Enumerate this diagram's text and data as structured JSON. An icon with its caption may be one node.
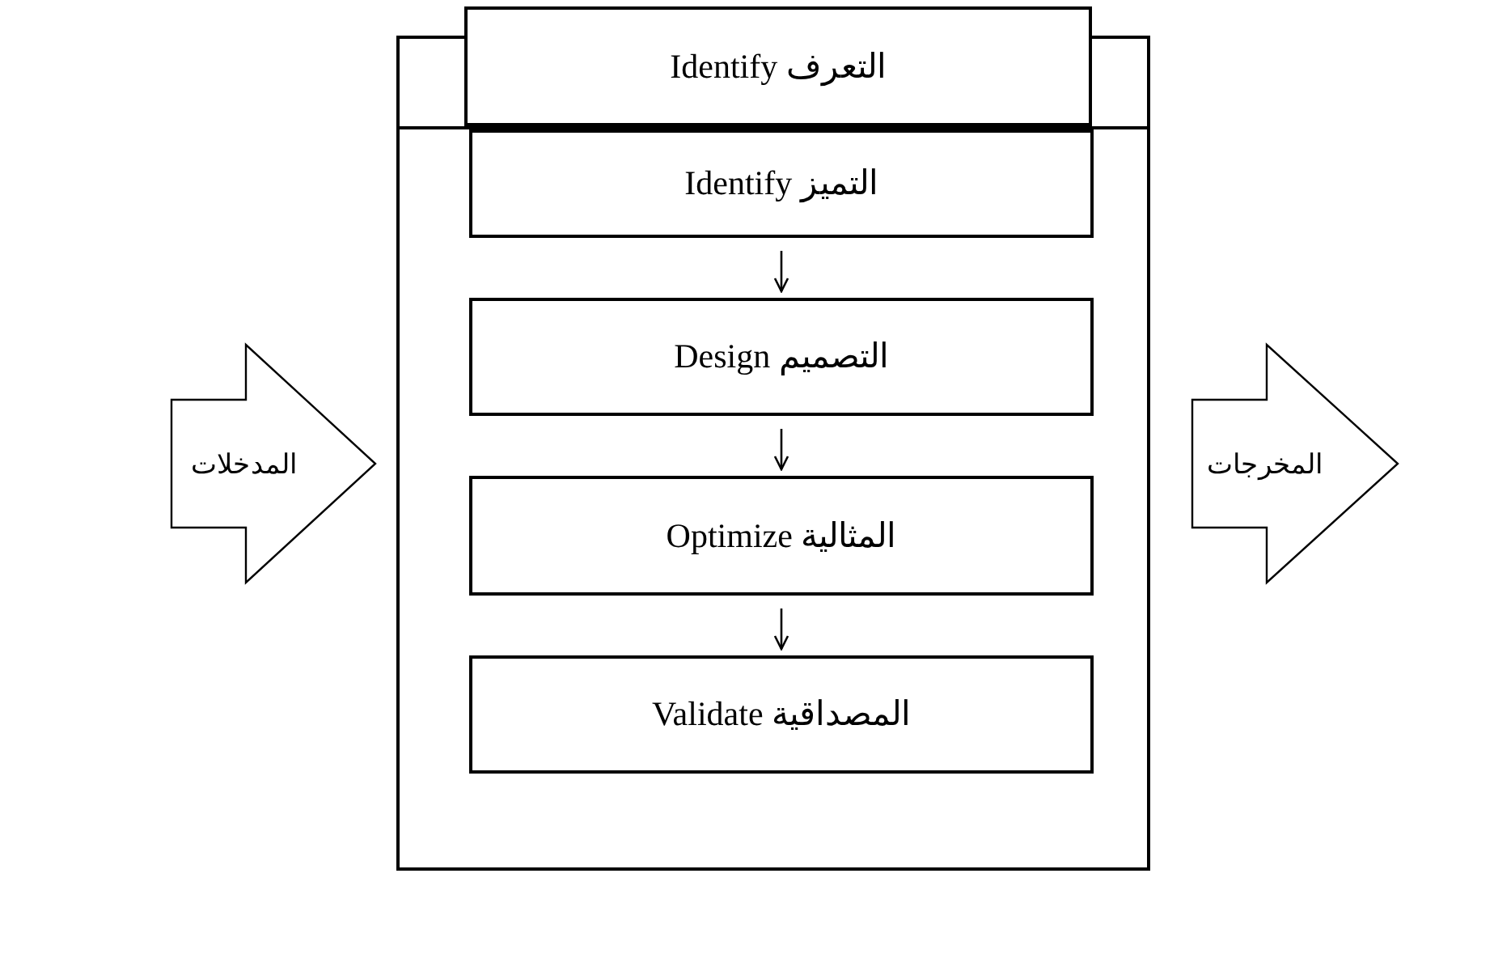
{
  "diagram": {
    "nodes": [
      {
        "text": [
          "المدخلات"
        ]
      },
      {
        "text": [],
        "shape": "box"
      },
      {
        "text": [
          "التعرف Identify"
        ]
      },
      {
        "text": [
          "التميز Identify"
        ],
        "in": 1
      },
      {
        "text": [
          "التصميم Design"
        ],
        "in": 1
      },
      {
        "text": [
          "المثالية Optimize"
        ],
        "in": 1
      },
      {
        "text": [
          "المصداقية Validate"
        ],
        "in": 1
      },
      {
        "text": [
          "المخرجات"
        ]
      }
    ],
    "edges": [
      {
        "from": 3,
        "to": 4,
        "arrow": "to"
      },
      {
        "from": 4,
        "to": 5,
        "arrow": "to"
      },
      {
        "from": 5,
        "to": 6,
        "arrow": "to"
      }
    ]
  }
}
